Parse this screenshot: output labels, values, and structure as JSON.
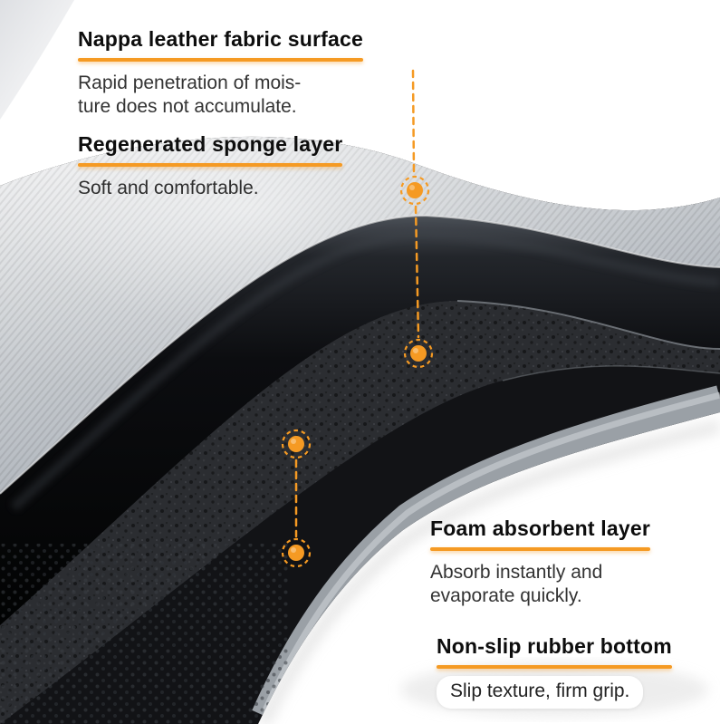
{
  "accent_color": "#F59A23",
  "annotations": {
    "fabric": {
      "title": "Nappa leather fabric surface",
      "desc": [
        "Rapid penetration of mois-",
        "ture does not accumulate."
      ]
    },
    "sponge": {
      "title": "Regenerated sponge layer",
      "desc": [
        "Soft and comfortable."
      ]
    },
    "foam": {
      "title": "Foam absorbent layer",
      "desc": [
        "Absorb instantly and",
        "evaporate quickly."
      ]
    },
    "rubber": {
      "title": "Non-slip rubber bottom",
      "desc": [
        "Slip texture, firm grip."
      ]
    }
  },
  "markers": {
    "fabric_marker": "orange-dashed-ring-dot",
    "sponge_marker": "orange-dashed-ring-dot",
    "foam_marker": "orange-dashed-ring-dot",
    "rubber_marker": "orange-dashed-ring-dot"
  }
}
